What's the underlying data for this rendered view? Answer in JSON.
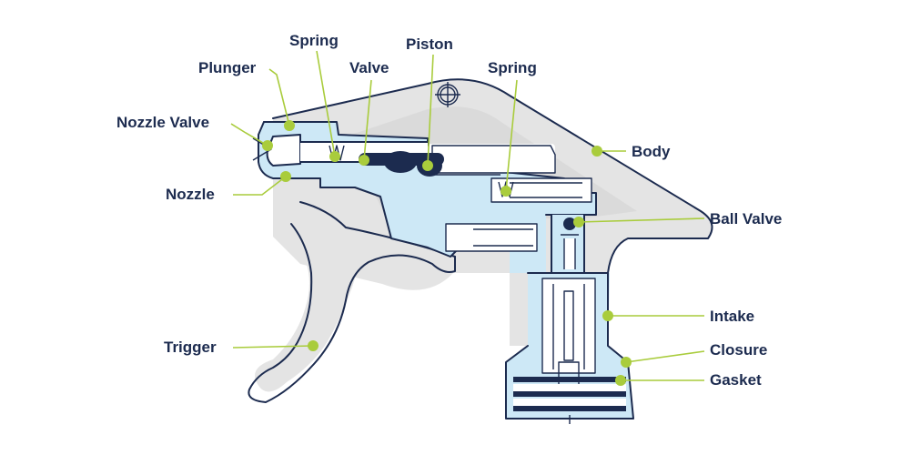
{
  "diagram": {
    "labels": {
      "spring_top": "Spring",
      "piston": "Piston",
      "plunger": "Plunger",
      "valve": "Valve",
      "spring_right": "Spring",
      "nozzle_valve": "Nozzle Valve",
      "body": "Body",
      "nozzle": "Nozzle",
      "ball_valve": "Ball Valve",
      "intake": "Intake",
      "trigger": "Trigger",
      "closure": "Closure",
      "gasket": "Gasket"
    },
    "colors": {
      "outline": "#1c2b4f",
      "callout": "#a9cc3c",
      "fluid_path": "#cde8f6",
      "body_fill": "#e4e4e4"
    },
    "icons": [
      "crosshair-icon"
    ]
  }
}
